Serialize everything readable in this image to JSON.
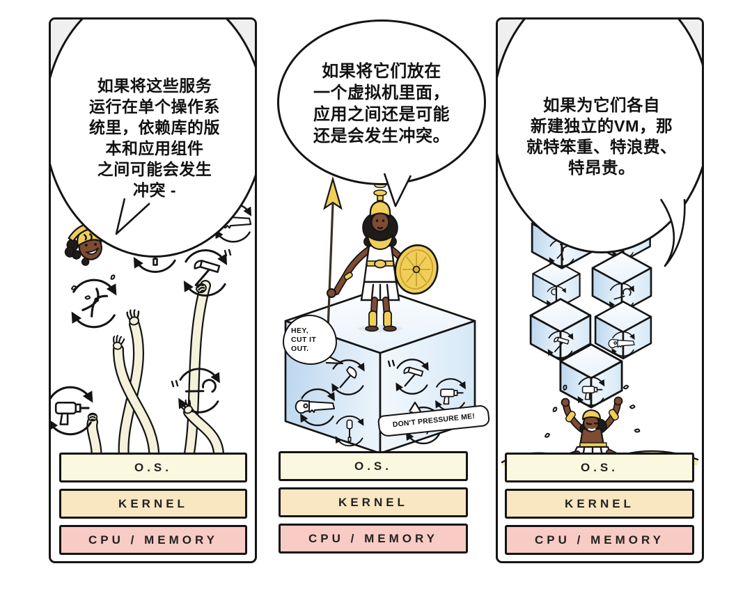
{
  "title": "容器与虚拟机漫画 (containers vs VMs comic)",
  "panels": [
    {
      "name": "shared-os",
      "bubble_lines": [
        "如果将这些服务",
        "运行在单个操作系",
        "统里，依赖库的版",
        "本和应用组件",
        "之间可能会发生",
        "冲突 -"
      ],
      "layers": [
        {
          "label": "O.S."
        },
        {
          "label": "KERNEL"
        },
        {
          "label": "CPU / MEMORY"
        }
      ]
    },
    {
      "name": "single-vm",
      "bubble_lines": [
        "如果将它们放在",
        "一个虚拟机里面，",
        "应用之间还是可能",
        "还是会发生冲突。"
      ],
      "vm_speech_left_lines": [
        "HEY,",
        "CUT IT",
        "OUT."
      ],
      "vm_speech_right": "DON'T PRESSURE ME!",
      "layers": [
        {
          "label": "O.S."
        },
        {
          "label": "KERNEL"
        },
        {
          "label": "CPU / MEMORY"
        }
      ]
    },
    {
      "name": "vm-per-service",
      "bubble_lines": [
        "如果为它们各自",
        "新建独立的VM，那",
        "就特笨重、特浪费、",
        "特昂贵。"
      ],
      "layers": [
        {
          "label": "O.S."
        },
        {
          "label": "KERNEL"
        },
        {
          "label": "CPU / MEMORY"
        }
      ]
    }
  ],
  "colors": {
    "outline": "#141414",
    "os_layer": "#FBF8E0",
    "kernel_layer": "#F9E7C2",
    "cpu_layer": "#F8CBC4",
    "gold": "#F0CE58",
    "gold_dark": "#D9AD33",
    "skin": "#7E4B33",
    "hair": "#1F1B18",
    "arm_cream": "#F5F1DB",
    "ground": "#F5ECB0",
    "backdrop_gray": "#EFEFEF"
  },
  "icons": [
    "screwdriver-icon",
    "saw-icon",
    "pliers-icon",
    "hammer-icon",
    "wrench-icon",
    "drill-icon",
    "axe-icon",
    "cycle-arrows-icon",
    "sweat-drop-icon"
  ]
}
